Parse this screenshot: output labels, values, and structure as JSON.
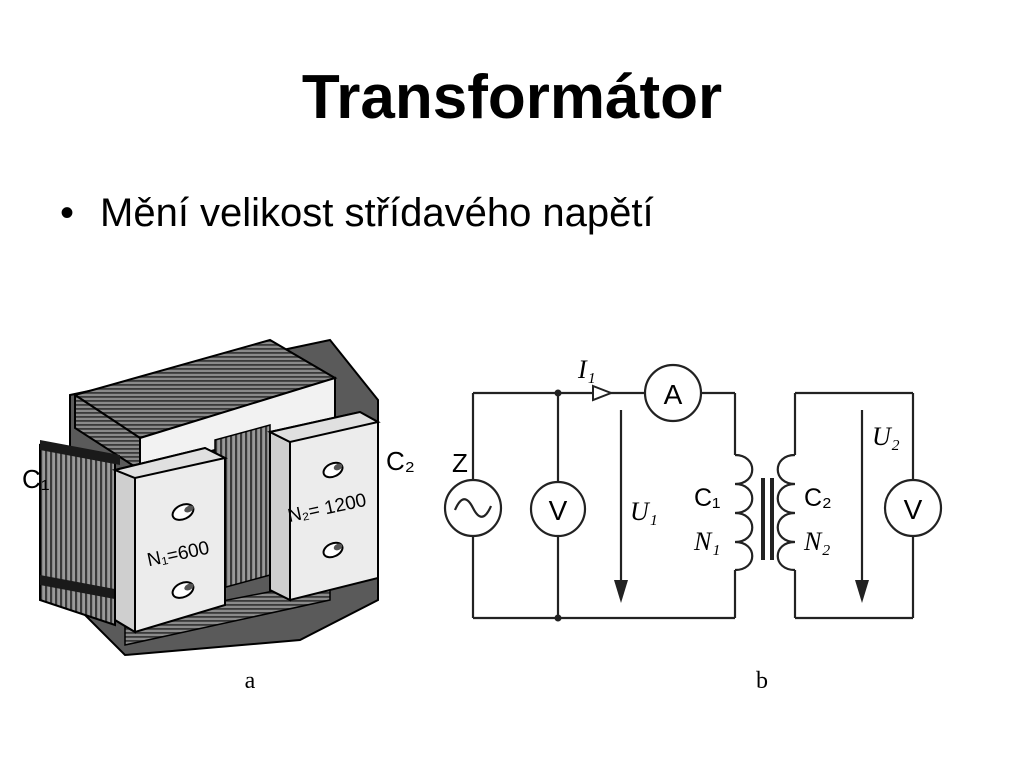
{
  "slide": {
    "title": "Transformátor",
    "bullet_char": "•",
    "bullet_text": "Mění velikost střídavého napětí"
  },
  "figure_a": {
    "caption": "a",
    "coil1_label": "C₁",
    "coil2_label": "C₂",
    "coil1_turns": "N₁=600",
    "coil2_turns": "N₂= 1200"
  },
  "figure_b": {
    "caption": "b",
    "current_label": "I₁",
    "ammeter_symbol": "A",
    "source_label": "Z",
    "source_symbol": "~",
    "voltmeter1_symbol": "V",
    "voltmeter2_symbol": "V",
    "u1_label": "U₁",
    "u2_label": "U₂",
    "primary_coil_label": "C₁",
    "primary_turns_label": "N₁",
    "secondary_coil_label": "C₂",
    "secondary_turns_label": "N₂"
  },
  "colors": {
    "ink": "#000000",
    "core_dark": "#3a3a3a",
    "core_stripe": "#6a6a6a",
    "face": "#f4f4f4",
    "wire": "#222222"
  }
}
